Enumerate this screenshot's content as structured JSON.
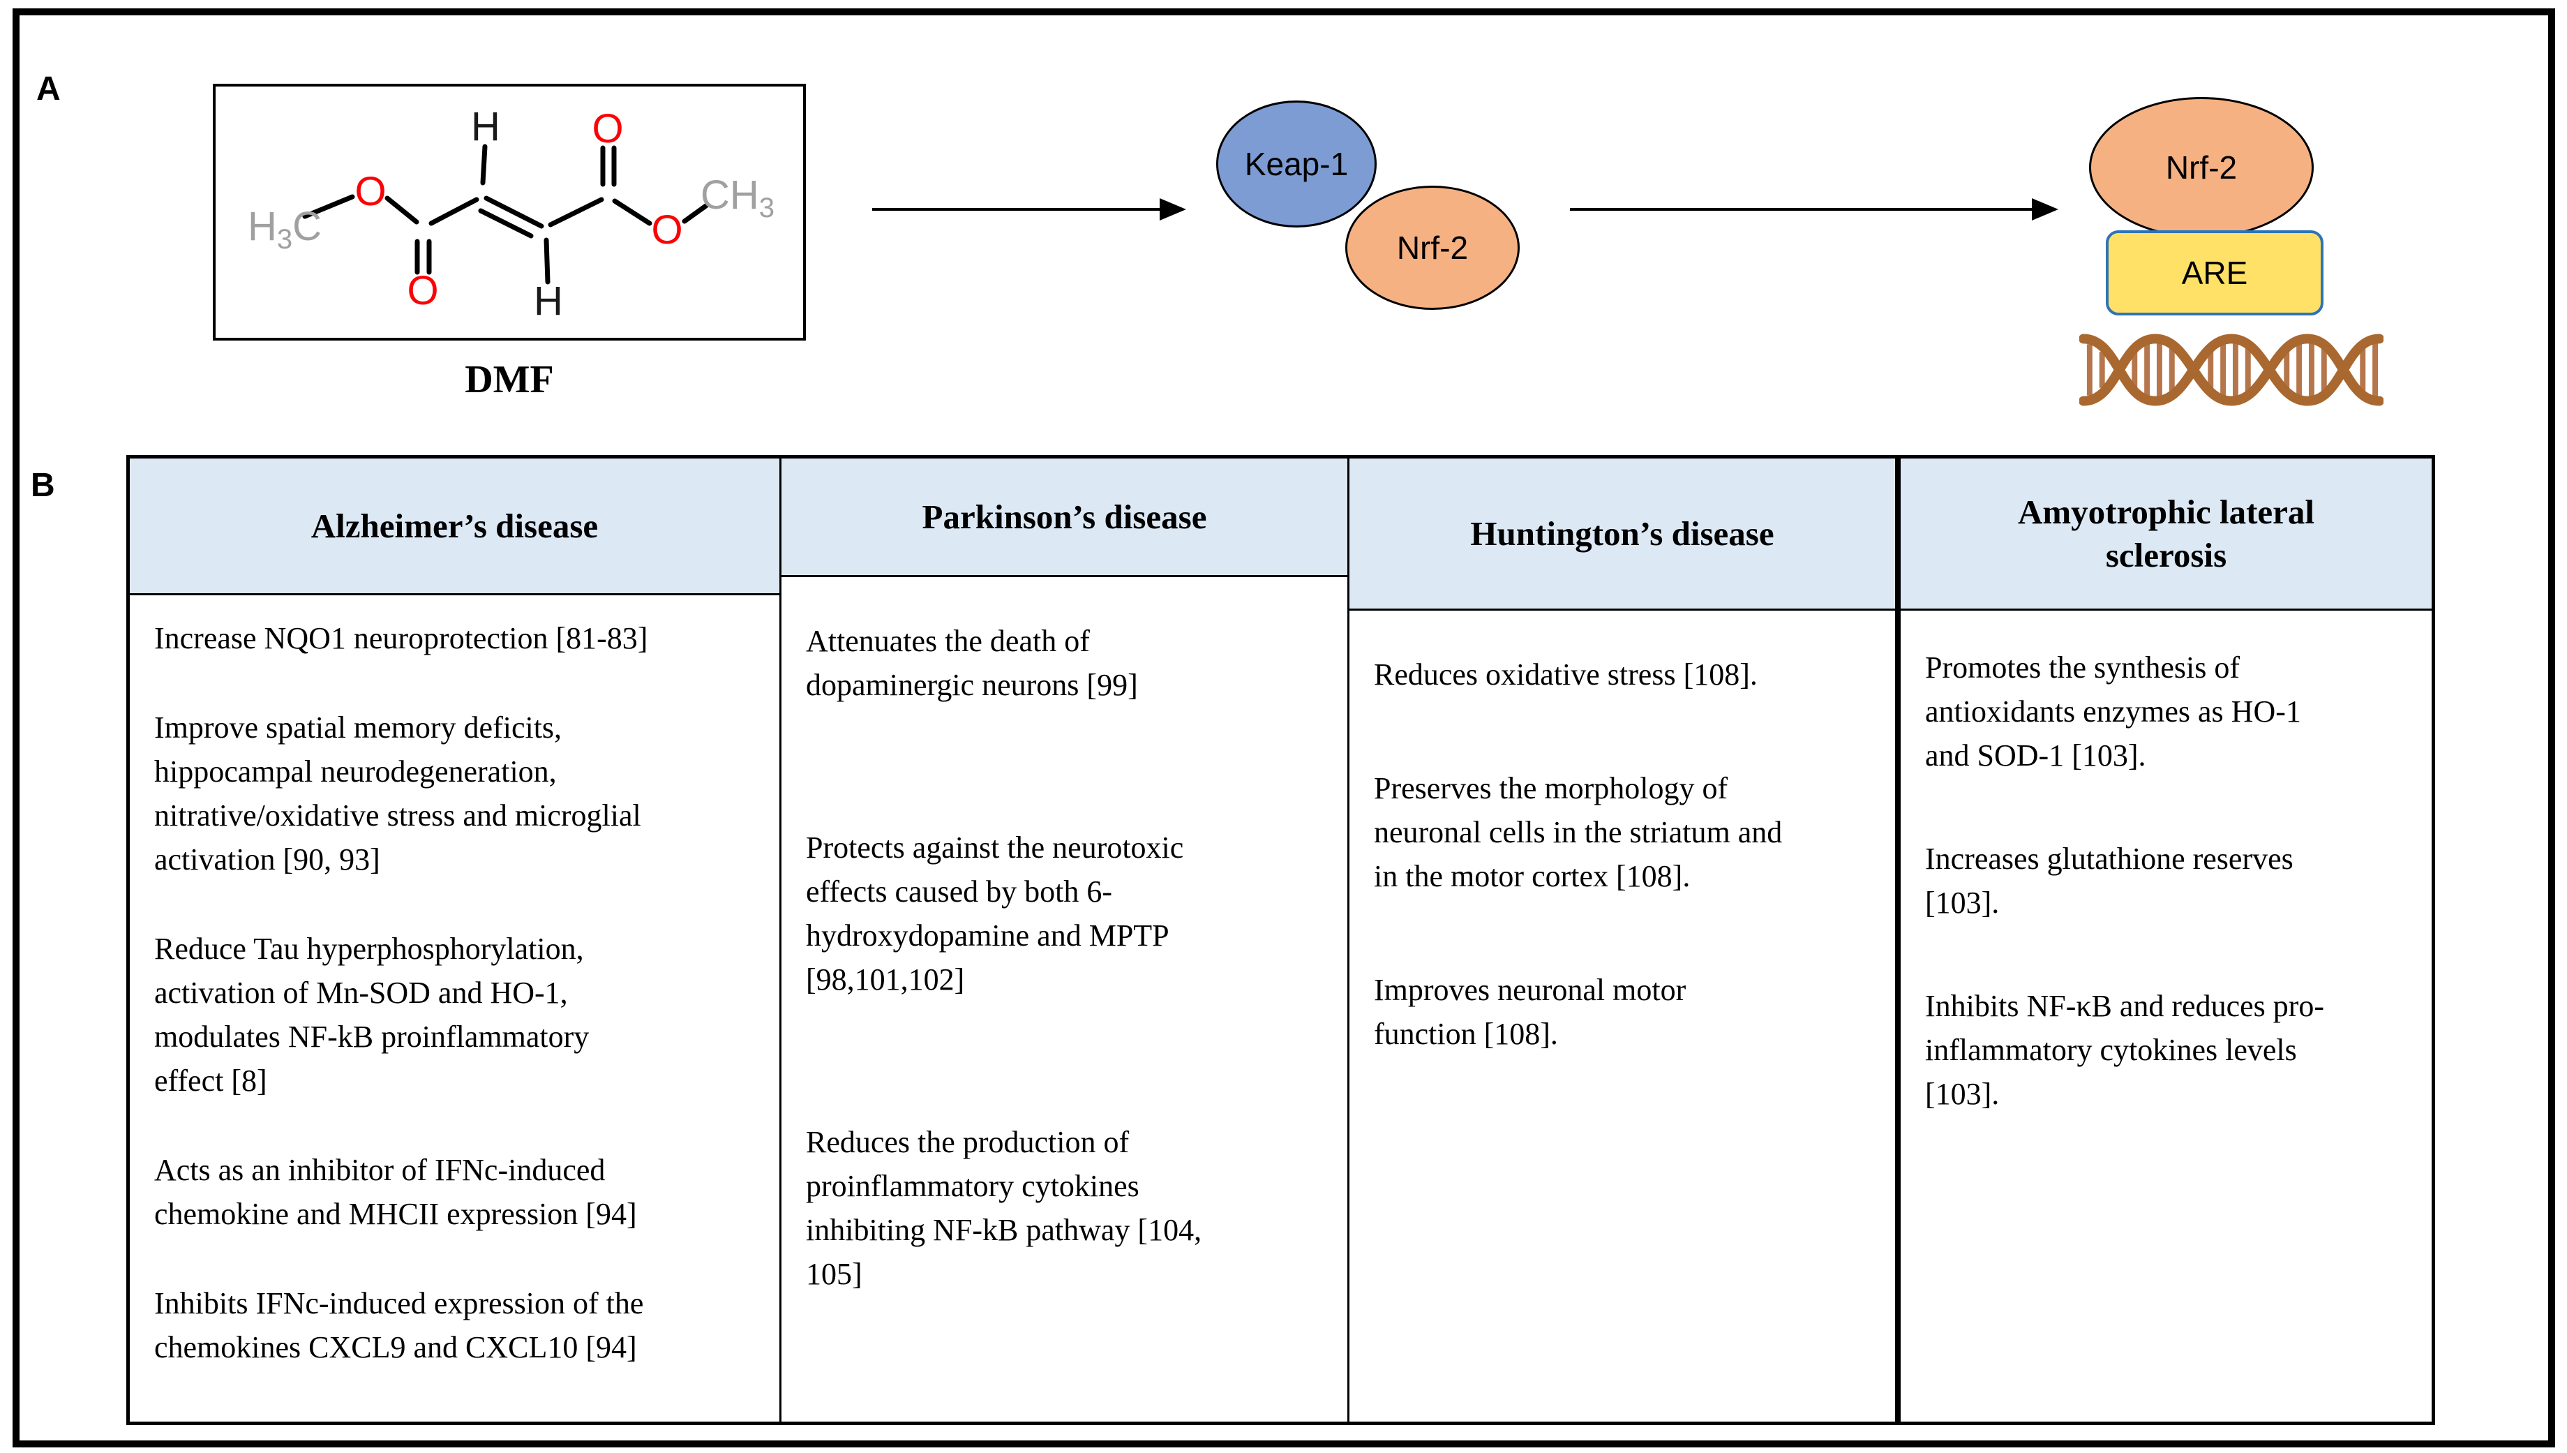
{
  "panel_a": {
    "label": "A",
    "molecule": {
      "caption": "DMF",
      "left_methyl": {
        "h": "H",
        "sub": "3",
        "c": "C"
      },
      "right_methyl": {
        "c": "C",
        "h": "H",
        "sub": "3"
      },
      "oxygen": "O",
      "hydrogen": "H"
    },
    "nodes": {
      "keap1": "Keap-1",
      "nrf2_bound": "Nrf-2",
      "nrf2_free": "Nrf-2",
      "are": "ARE"
    },
    "colors": {
      "keap1_fill": "#7D9CD4",
      "nrf2_fill": "#F6B183",
      "are_fill": "#FFE167",
      "are_border": "#2E74B5",
      "dna_strand": "#A9682F",
      "dna_rung": "#B5764B",
      "oxygen_red": "#FB0207",
      "methyl_gray": "#A0A0A0"
    }
  },
  "panel_b": {
    "label": "B",
    "header_bg": "#DCE8F4",
    "columns": [
      {
        "header": "Alzheimer’s disease",
        "paragraphs": [
          "Increase NQO1 neuroprotection [81-83]",
          "Improve spatial memory deficits,\nhippocampal neurodegeneration,\nnitrative/oxidative stress and microglial\nactivation [90, 93]",
          "Reduce Tau hyperphosphorylation,\nactivation of Mn-SOD and HO-1,\nmodulates NF-kB proinflammatory\neffect [8]",
          "Acts as an inhibitor of IFNc-induced\nchemokine and MHCII expression [94]",
          "Inhibits IFNc-induced expression of the\nchemokines CXCL9 and CXCL10 [94]"
        ]
      },
      {
        "header": "Parkinson’s disease",
        "paragraphs": [
          "Attenuates the death of\ndopaminergic neurons [99]",
          "Protects against the neurotoxic\neffects caused by both 6-\nhydroxydopamine and MPTP\n[98,101,102]",
          "Reduces the production of\nproinflammatory cytokines\ninhibiting NF-kB pathway [104,\n105]"
        ]
      },
      {
        "header": "Huntington’s disease",
        "paragraphs": [
          "Reduces oxidative stress [108].",
          "Preserves the morphology of\nneuronal cells in the striatum and\nin the motor cortex [108].",
          "Improves neuronal motor\nfunction [108]."
        ]
      },
      {
        "header": "Amyotrophic lateral\nsclerosis",
        "paragraphs": [
          "Promotes the synthesis of\nantioxidants enzymes as HO-1\nand SOD-1 [103].",
          "Increases glutathione reserves\n[103].",
          "Inhibits NF-κB and reduces pro-\ninflammatory cytokines levels\n[103]."
        ]
      }
    ]
  }
}
